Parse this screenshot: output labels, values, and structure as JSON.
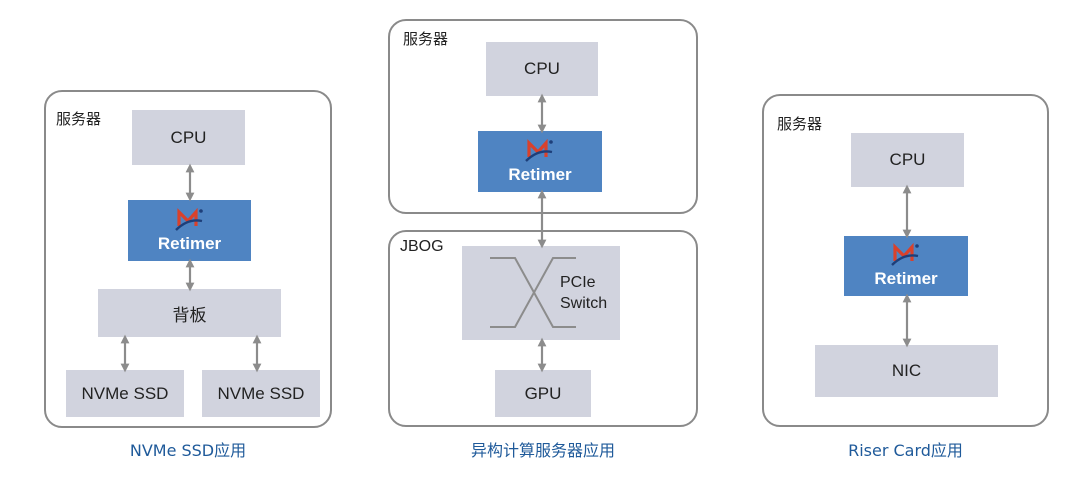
{
  "diagrams": [
    {
      "id": "nvme",
      "frame_label": "服务器",
      "cpu": "CPU",
      "retimer": "Retimer",
      "backplane": "背板",
      "ssd_left": "NVMe SSD",
      "ssd_right": "NVMe SSD",
      "caption": "NVMe SSD应用"
    },
    {
      "id": "hetero",
      "frame_label_top": "服务器",
      "cpu": "CPU",
      "retimer": "Retimer",
      "frame_label_bottom": "JBOG",
      "switch_line1": "PCIe",
      "switch_line2": "Switch",
      "gpu": "GPU",
      "caption": "异构计算服务器应用"
    },
    {
      "id": "riser",
      "frame_label": "服务器",
      "cpu": "CPU",
      "retimer": "Retimer",
      "nic": "NIC",
      "caption": "Riser Card应用"
    }
  ],
  "colors": {
    "box_fill": "#d1d3de",
    "retimer_fill": "#4f84c2",
    "caption": "#1f5a9a",
    "arrow": "#8c8c8c",
    "logo_red": "#d9412b",
    "logo_navy": "#1d3f7a"
  },
  "icons": {
    "retimer_logo": "montage-m-logo",
    "connector": "double-arrow"
  }
}
